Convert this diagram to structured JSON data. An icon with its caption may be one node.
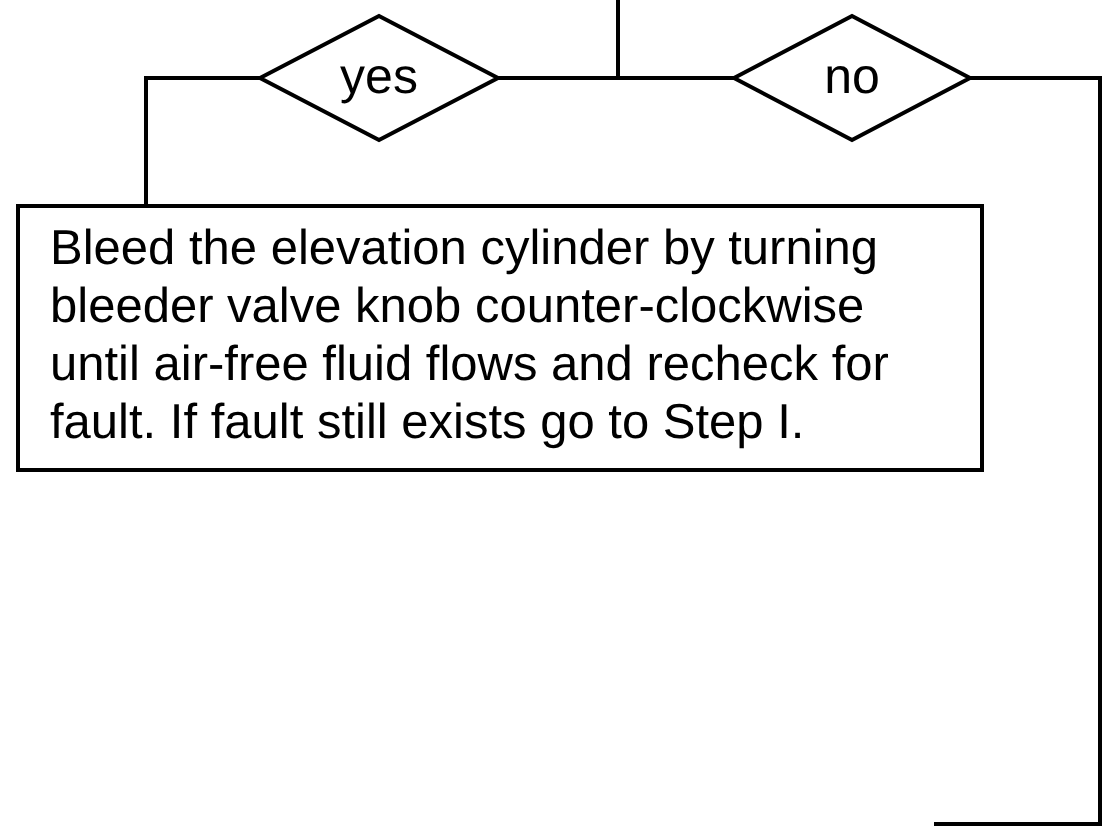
{
  "diagram": {
    "nodes": [
      {
        "text": [
          "yes"
        ]
      },
      {
        "text": [
          "no"
        ]
      },
      {
        "text": [
          "Bleed the elevation cylinder by turning bleeder valve knob counter-clockwise until air-free fluid flows and recheck for fault. If fault still exists go to Step I."
        ]
      }
    ],
    "edges": [
      {
        "from": null,
        "to": 0,
        "arrow": "none"
      },
      {
        "from": null,
        "to": 1,
        "arrow": "none"
      },
      {
        "from": 0,
        "to": 2,
        "arrow": "none"
      },
      {
        "from": 1,
        "to": null,
        "arrow": "none"
      }
    ]
  }
}
